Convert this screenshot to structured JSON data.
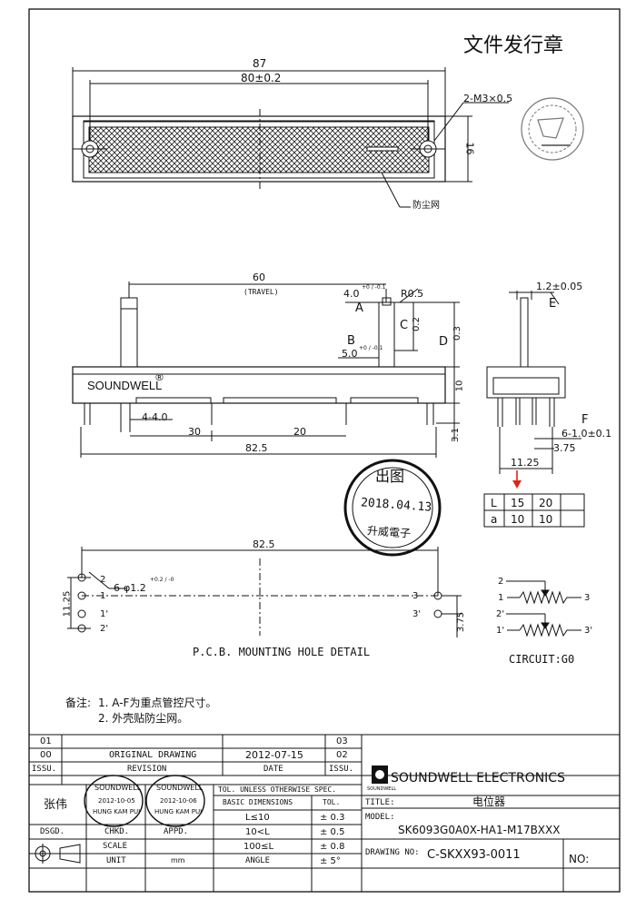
{
  "stamp_top": "文件发行章",
  "top_view": {
    "dim_overall": "87",
    "dim_holes": "80±0.2",
    "dim_height": "16",
    "screw_label": "2-M3×0.5",
    "dust_net": "防尘网"
  },
  "side_view": {
    "dim_travel": "60",
    "travel_label": "(TRAVEL)",
    "dim_a_value": "4.0",
    "dim_a_tol": "+0 / -0.1",
    "label_a": "A",
    "radius": "R0.5",
    "dim_c_value": "0.2",
    "label_c": "C",
    "label_b": "B",
    "dim_b_value": "5.0",
    "dim_b_tol": "+0 / -0.1",
    "label_d": "D",
    "dim_d_value": "0.3",
    "dim_10": "10",
    "brand": "SOUNDWELL",
    "registered": "®",
    "dim_4": "4-4.0",
    "dim_30": "30",
    "dim_20": "20",
    "dim_31": "3.1",
    "dim_825": "82.5"
  },
  "end_view": {
    "dim_e": "1.2±0.05",
    "label_e": "E",
    "label_f": "F",
    "dim_f": "6-1.0±0.1",
    "dim_375": "3.75",
    "dim_1125": "11.25"
  },
  "la_table": {
    "rows": [
      {
        "label": "L",
        "v1": "15",
        "v2": "20",
        "v3": ""
      },
      {
        "label": "a",
        "v1": "10",
        "v2": "10",
        "v3": ""
      }
    ]
  },
  "stamp_issue": {
    "top": "出图",
    "date": "2018.04.13",
    "bottom": "升威電子"
  },
  "pcb": {
    "dim_825": "82.5",
    "hole_label": "6-φ1.2",
    "hole_tol": "+0.2 / -0",
    "dim_1125": "11.25",
    "dim_375": "3.75",
    "pin_2": "2",
    "pin_1": "1",
    "pin_1p": "1'",
    "pin_2p": "2'",
    "pin_3": "3",
    "pin_3p": "3'",
    "title": "P.C.B. MOUNTING HOLE DETAIL"
  },
  "circuit": {
    "p2": "2",
    "p1": "1",
    "p3": "3",
    "p2p": "2'",
    "p1p": "1'",
    "p3p": "3'",
    "label": "CIRCUIT:G0"
  },
  "notes": {
    "title": "备注:",
    "n1": "1. A-F为重点管控尺寸。",
    "n2": "2. 外壳贴防尘网。"
  },
  "title_block": {
    "rev_01": "01",
    "rev_00": "00",
    "original_drawing": "ORIGINAL DRAWING",
    "date_value": "2012-07-15",
    "rev_03": "03",
    "rev_02": "02",
    "issu": "ISSU.",
    "revision": "REVISION",
    "date_h": "DATE",
    "issu2": "ISSU.",
    "company": "SOUNDWELL ELECTRONICS",
    "company_small": "SOUNDWELL",
    "signer": "张伟",
    "stamp1_top": "SOUNDWELL",
    "stamp1_date": "2012-10-05",
    "stamp1_name": "HUNG KAM PUI",
    "stamp2_top": "SOUNDWELL",
    "stamp2_date": "2012-10-06",
    "stamp2_name": "HUNG KAM PUI",
    "tol_spec": "TOL. UNLESS OTHERWISE SPEC.",
    "basic_dim": "BASIC DIMENSIONS",
    "tol_h": "TOL.",
    "r1_dim": "L≤10",
    "r1_tol": "± 0.3",
    "r2_dim": "10<L",
    "r2_tol": "± 0.5",
    "r3_dim": "100≤L",
    "r3_tol": "± 0.8",
    "angle": "ANGLE",
    "angle_tol": "± 5°",
    "dsgd": "DSGD.",
    "chkd": "CHKD.",
    "appd": "APPD.",
    "scale": "SCALE",
    "unit": "UNIT",
    "unit_value": "mm",
    "title_h": "TITLE:",
    "title_value": "电位器",
    "model_h": "MODEL:",
    "model_value": "SK6093G0A0X-HA1-M17BXXX",
    "drawing_h": "DRAWING NO:",
    "drawing_value": "C-SKXX93-0011",
    "no_h": "NO:"
  }
}
